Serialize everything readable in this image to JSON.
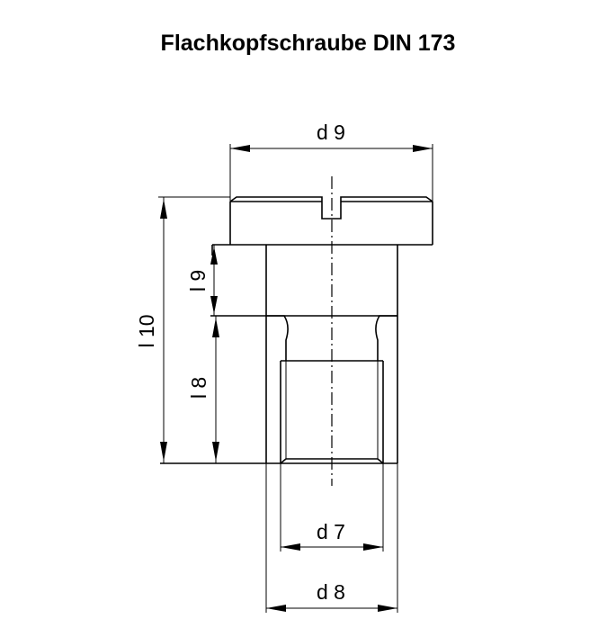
{
  "title": "Flachkopfschraube DIN 173",
  "dimensions": {
    "d9": "d 9",
    "l10": "l 10",
    "l9": "l 9",
    "l8": "l 8",
    "d7": "d 7",
    "d8": "d 8"
  },
  "colors": {
    "line": "#000000",
    "background": "#ffffff"
  }
}
